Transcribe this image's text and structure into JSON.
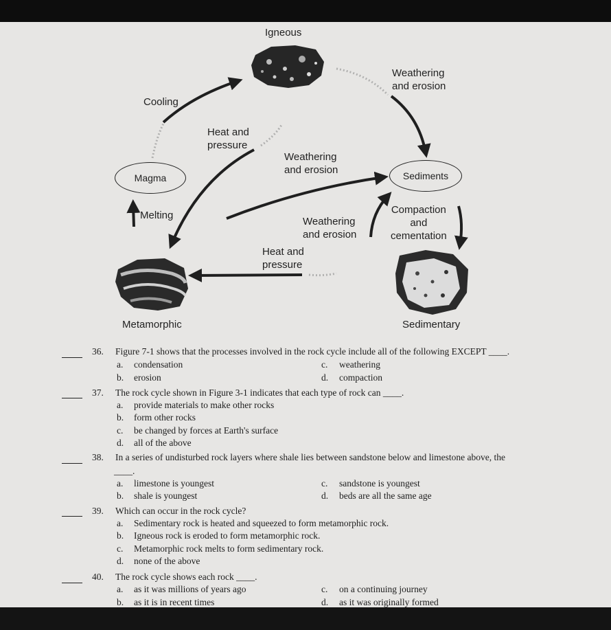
{
  "diagram": {
    "labels": {
      "igneous": "Igneous",
      "weathering_top": "Weathering\nand erosion",
      "cooling": "Cooling",
      "heat_pressure_top": "Heat and\npressure",
      "weathering_mid": "Weathering\nand erosion",
      "magma": "Magma",
      "sediments": "Sediments",
      "melting": "Melting",
      "compaction": "Compaction\nand\ncementation",
      "weathering_low": "Weathering\nand erosion",
      "heat_pressure_low": "Heat and\npressure",
      "metamorphic": "Metamorphic",
      "sedimentary": "Sedimentary"
    }
  },
  "questions": [
    {
      "number": "36.",
      "stem": "Figure 7-1 shows that the processes involved in the rock cycle include all of the following EXCEPT ____.",
      "options": [
        {
          "letter": "a.",
          "text": "condensation"
        },
        {
          "letter": "c.",
          "text": "weathering"
        },
        {
          "letter": "b.",
          "text": "erosion"
        },
        {
          "letter": "d.",
          "text": "compaction"
        }
      ]
    },
    {
      "number": "37.",
      "stem": "The rock cycle shown in Figure 3-1 indicates that each type of rock can ____.",
      "options": [
        {
          "letter": "a.",
          "text": "provide materials to make other rocks"
        },
        {
          "letter": "b.",
          "text": "form other rocks"
        },
        {
          "letter": "c.",
          "text": "be changed by forces at Earth's surface"
        },
        {
          "letter": "d.",
          "text": "all of the above"
        }
      ]
    },
    {
      "number": "38.",
      "stem": "In a series of undisturbed rock layers where shale lies between sandstone below and limestone above, the",
      "stem_cont": "____.",
      "options": [
        {
          "letter": "a.",
          "text": "limestone is youngest"
        },
        {
          "letter": "c.",
          "text": "sandstone is youngest"
        },
        {
          "letter": "b.",
          "text": "shale is youngest"
        },
        {
          "letter": "d.",
          "text": "beds are all the same age"
        }
      ]
    },
    {
      "number": "39.",
      "stem": "Which can occur in the rock cycle?",
      "options": [
        {
          "letter": "a.",
          "text": "Sedimentary rock is heated and squeezed to form metamorphic rock."
        },
        {
          "letter": "b.",
          "text": "Igneous rock is eroded to form metamorphic rock."
        },
        {
          "letter": "c.",
          "text": "Metamorphic rock melts to form sedimentary rock."
        },
        {
          "letter": "d.",
          "text": "none of the above"
        }
      ]
    },
    {
      "number": "40.",
      "stem": "The rock cycle shows each rock ____.",
      "options": [
        {
          "letter": "a.",
          "text": "as it was millions of years ago"
        },
        {
          "letter": "c.",
          "text": "on a continuing journey"
        },
        {
          "letter": "b.",
          "text": "as it is in recent times"
        },
        {
          "letter": "d.",
          "text": "as it was originally formed"
        }
      ]
    }
  ]
}
